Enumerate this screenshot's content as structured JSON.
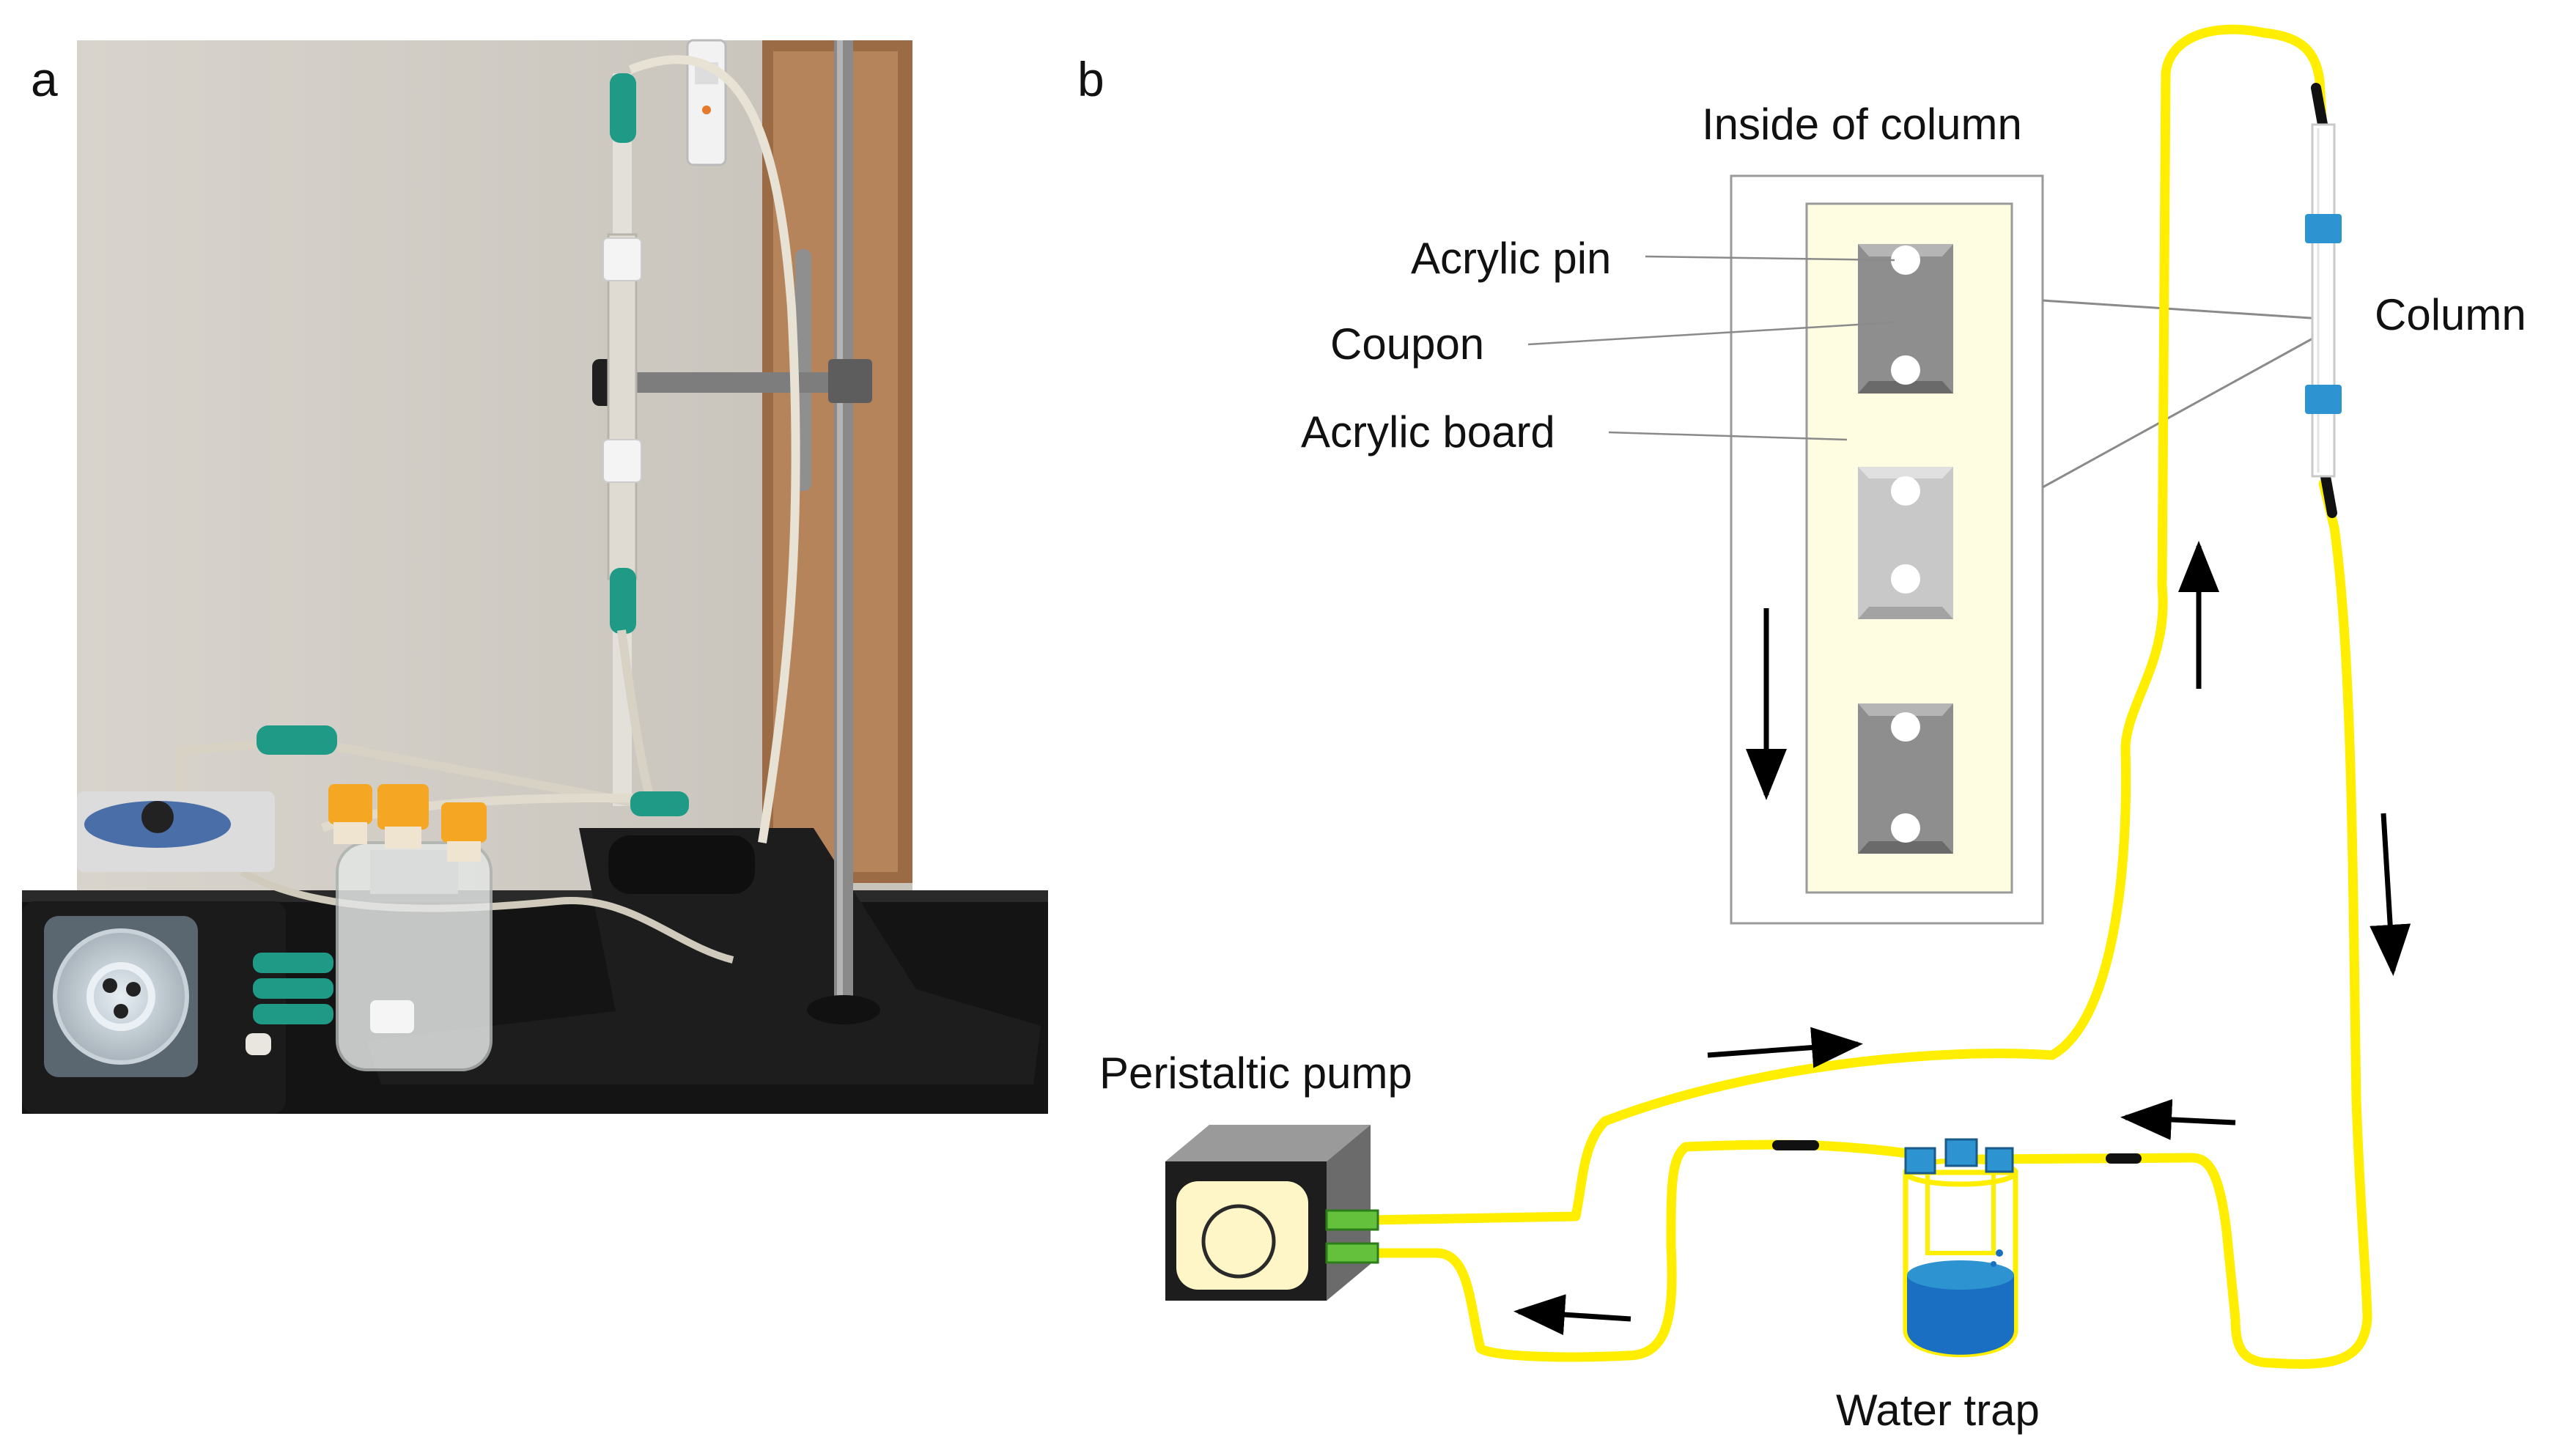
{
  "panel_a": {
    "letter": "a"
  },
  "panel_b": {
    "letter": "b",
    "inset_title": "Inside of column",
    "labels": {
      "acrylic_pin": "Acrylic pin",
      "coupon": "Coupon",
      "acrylic_board": "Acrylic board",
      "column": "Column",
      "peristaltic_pump": "Peristaltic pump",
      "water_trap": "Water trap"
    }
  },
  "colors": {
    "tubing": "#ffee00",
    "inset_fill": "#fffde1",
    "coupon": "#8e8e8e",
    "coupon_light": "#c8c8c8",
    "connector_blue": "#2e93d1",
    "water": "#1a6fc2",
    "pump_body": "#2a2a2a",
    "pump_face": "#fff6c8"
  }
}
